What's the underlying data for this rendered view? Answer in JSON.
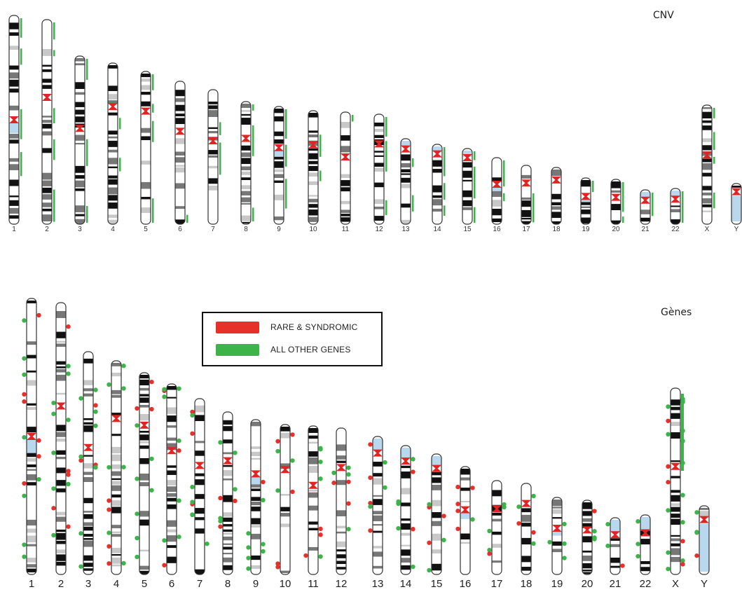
{
  "panels": [
    {
      "title": "CNV",
      "chromosomes": [
        "1",
        "2",
        "3",
        "4",
        "5",
        "6",
        "7",
        "8",
        "9",
        "10",
        "11",
        "12",
        "13",
        "14",
        "15",
        "16",
        "17",
        "18",
        "19",
        "20",
        "21",
        "22",
        "X",
        "Y"
      ]
    },
    {
      "title": "Gènes",
      "chromosomes": [
        "1",
        "2",
        "3",
        "4",
        "5",
        "6",
        "7",
        "8",
        "9",
        "10",
        "11",
        "12",
        "13",
        "14",
        "15",
        "16",
        "17",
        "18",
        "19",
        "20",
        "21",
        "22",
        "X",
        "Y"
      ]
    }
  ],
  "legend": {
    "items": [
      {
        "label": "RARE & SYNDROMIC",
        "color": "#e8302a"
      },
      {
        "label": "ALL OTHER GENES",
        "color": "#3cb44a"
      }
    ]
  },
  "colors": {
    "band_dark": "#111111",
    "band_grey": "#777777",
    "band_light": "#c8c8c8",
    "heterochromatin": "#b9d8ee",
    "centromere": "#e32222",
    "cnv_marker": "#3cb44a",
    "gene_rare": "#e8302a",
    "gene_other": "#3cb44a"
  }
}
